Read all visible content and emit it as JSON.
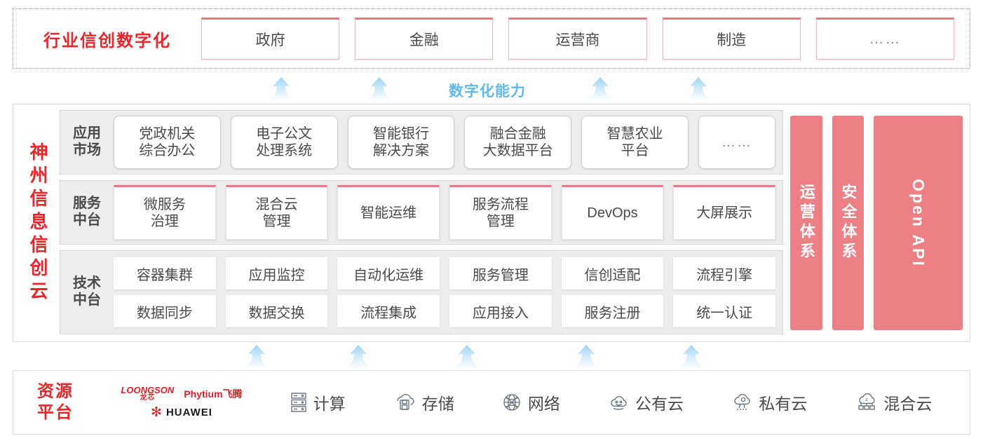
{
  "industry": {
    "title": "行业信创数字化",
    "cards": [
      {
        "label": "政府"
      },
      {
        "label": "金融"
      },
      {
        "label": "运营商"
      },
      {
        "label": "制造"
      },
      {
        "label": "……"
      }
    ]
  },
  "capability_label": "数字化能力",
  "cloud": {
    "title": "神州信息信创云",
    "bands": [
      {
        "name": "app-market",
        "label": "应用\n市场",
        "label_lines": [
          "应用",
          "市场"
        ],
        "cards": [
          {
            "lines": [
              "党政机关",
              "综合办公"
            ]
          },
          {
            "lines": [
              "电子公文",
              "处理系统"
            ]
          },
          {
            "lines": [
              "智能银行",
              "解决方案"
            ]
          },
          {
            "lines": [
              "融合金融",
              "大数据平台"
            ]
          },
          {
            "lines": [
              "智慧农业",
              "平台"
            ]
          },
          {
            "lines": [
              "……"
            ]
          }
        ]
      },
      {
        "name": "service-platform",
        "label_lines": [
          "服务",
          "中台"
        ],
        "cards": [
          {
            "lines": [
              "微服务",
              "治理"
            ]
          },
          {
            "lines": [
              "混合云",
              "管理"
            ]
          },
          {
            "lines": [
              "智能运维"
            ]
          },
          {
            "lines": [
              "服务流程",
              "管理"
            ]
          },
          {
            "lines": [
              "DevOps"
            ]
          },
          {
            "lines": [
              "大屏展示"
            ]
          }
        ]
      },
      {
        "name": "tech-platform",
        "label_lines": [
          "技术",
          "中台"
        ],
        "rows": [
          [
            "容器集群",
            "应用监控",
            "自动化运维",
            "服务管理",
            "信创适配",
            "流程引擎"
          ],
          [
            "数据同步",
            "数据交换",
            "流程集成",
            "应用接入",
            "服务注册",
            "统一认证"
          ]
        ]
      }
    ],
    "pillars": [
      {
        "label": "运营体系",
        "orientation": "vertical-cn"
      },
      {
        "label": "安全体系",
        "orientation": "vertical-cn"
      },
      {
        "label": "Open API",
        "orientation": "rotated-en"
      }
    ]
  },
  "resource": {
    "title_lines": [
      "资源",
      "平台"
    ],
    "vendors": [
      {
        "name": "LOONGSON",
        "sub": "龙芯"
      },
      {
        "name": "Phytium飞腾"
      },
      {
        "name": "HUAWEI"
      }
    ],
    "items": [
      {
        "icon": "server-rack-icon",
        "label": "计算"
      },
      {
        "icon": "cloud-storage-icon",
        "label": "存储"
      },
      {
        "icon": "network-globe-icon",
        "label": "网络"
      },
      {
        "icon": "public-cloud-icon",
        "label": "公有云"
      },
      {
        "icon": "private-cloud-icon",
        "label": "私有云"
      },
      {
        "icon": "hybrid-cloud-icon",
        "label": "混合云"
      }
    ]
  },
  "colors": {
    "brand_red": "#E8262B",
    "pillar_red": "#EC8085",
    "card_top_border": "#EE7485",
    "arrow_blue": "#AFDCF5",
    "capability_blue": "#63B9EC",
    "band_bg": "#EDEDED"
  }
}
